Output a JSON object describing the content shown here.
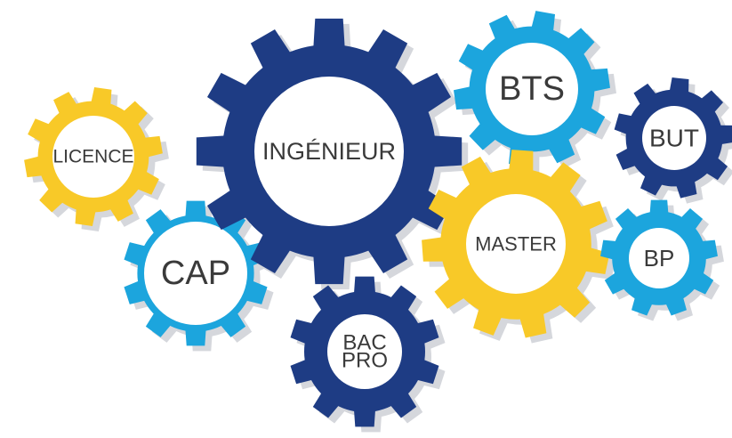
{
  "colors": {
    "yellow": "#F8C928",
    "light_blue": "#1CA5DD",
    "navy": "#1E3C84",
    "shadow": "#D5D7DC",
    "hub": "#FFFFFF",
    "text": "#3A3A3A"
  },
  "gears": [
    {
      "id": "licence",
      "lines": [
        "LICENCE"
      ],
      "color": "yellow",
      "icon": "gear-icon"
    },
    {
      "id": "cap",
      "lines": [
        "CAP"
      ],
      "color": "light_blue",
      "icon": "gear-icon"
    },
    {
      "id": "ingenieur",
      "lines": [
        "INGÉNIEUR"
      ],
      "color": "navy",
      "icon": "gear-icon"
    },
    {
      "id": "bac-pro",
      "lines": [
        "BAC",
        "PRO"
      ],
      "color": "navy",
      "icon": "gear-icon"
    },
    {
      "id": "bts",
      "lines": [
        "BTS"
      ],
      "color": "light_blue",
      "icon": "gear-icon"
    },
    {
      "id": "master",
      "lines": [
        "MASTER"
      ],
      "color": "yellow",
      "icon": "gear-icon"
    },
    {
      "id": "but",
      "lines": [
        "BUT"
      ],
      "color": "navy",
      "icon": "gear-icon"
    },
    {
      "id": "bp",
      "lines": [
        "BP"
      ],
      "color": "light_blue",
      "icon": "gear-icon"
    }
  ]
}
